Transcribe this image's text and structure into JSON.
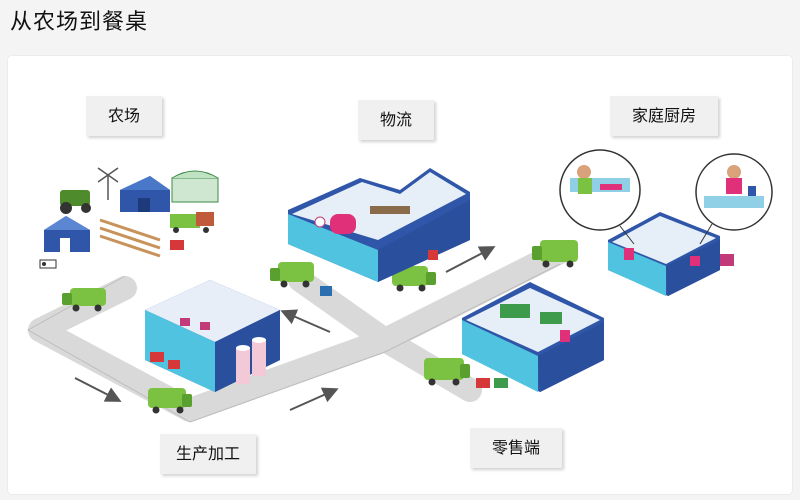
{
  "title": "从农场到餐桌",
  "stages": {
    "farm": "农场",
    "logistics": "物流",
    "home_kitchen": "家庭厨房",
    "processing": "生产加工",
    "retail": "零售端"
  },
  "colors": {
    "building_blue": "#2f56a8",
    "building_teal": "#4fc3e0",
    "truck_green": "#7cc242",
    "road_gray": "#dcdcdc",
    "accent_pink": "#e0307a"
  }
}
